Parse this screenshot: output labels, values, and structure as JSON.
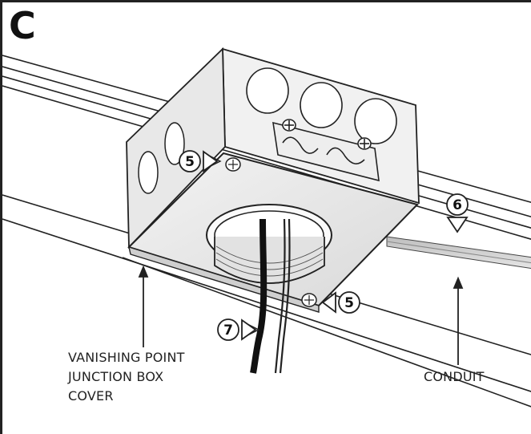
{
  "panel": {
    "letter": "C"
  },
  "callouts": [
    {
      "id": "callout-5-left",
      "number": "5"
    },
    {
      "id": "callout-5-right",
      "number": "5"
    },
    {
      "id": "callout-6",
      "number": "6"
    },
    {
      "id": "callout-7",
      "number": "7"
    }
  ],
  "labels": {
    "junction_box_cover": [
      "VANISHING POINT",
      "JUNCTION BOX",
      "COVER"
    ],
    "conduit": "CONDUIT"
  }
}
